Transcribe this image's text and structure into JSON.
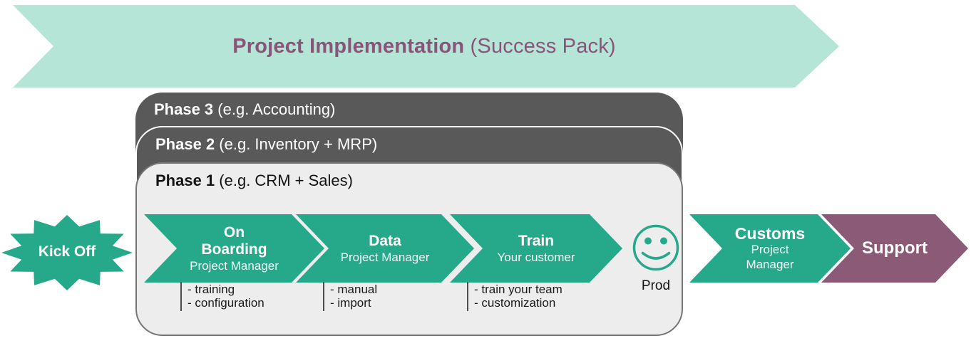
{
  "banner": {
    "title_bold": "Project Implementation",
    "title_rest": " (Success Pack)"
  },
  "kickoff": {
    "label": "Kick Off"
  },
  "phases": [
    {
      "name": "Phase 3",
      "example": " (e.g. Accounting)"
    },
    {
      "name": "Phase 2",
      "example": " (e.g. Inventory + MRP)"
    },
    {
      "name": "Phase 1",
      "example": " (e.g. CRM + Sales)"
    }
  ],
  "steps": [
    {
      "title_line1": "On",
      "title_line2": "Boarding",
      "subtitle": "Project Manager",
      "tasks": [
        "- training",
        "- configuration"
      ]
    },
    {
      "title": "Data",
      "subtitle": "Project Manager",
      "tasks": [
        "- manual",
        "- import"
      ]
    },
    {
      "title": "Train",
      "subtitle": "Your customer",
      "tasks": [
        "- train your team",
        "- customization"
      ]
    }
  ],
  "prod": {
    "label": "Prod"
  },
  "customs": {
    "title": "Customs",
    "subtitle_line1": "Project",
    "subtitle_line2": "Manager"
  },
  "support": {
    "label": "Support"
  },
  "colors": {
    "teal": "#26a98b",
    "mint_banner": "#b4e5d6",
    "plum": "#8a5a76",
    "title_purple": "#8a5478",
    "dark_gray_card": "#595959",
    "light_card_bg": "#ededed"
  }
}
